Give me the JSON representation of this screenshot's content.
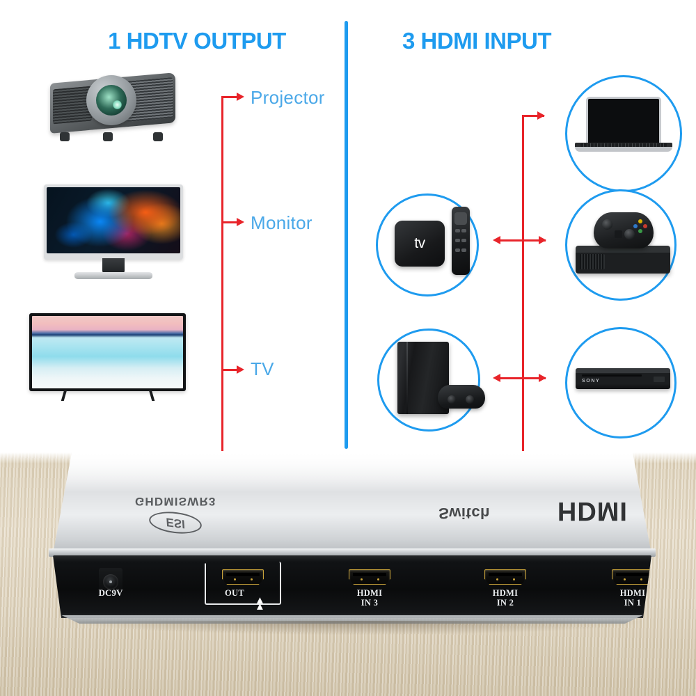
{
  "headers": {
    "output": "1 HDTV OUTPUT",
    "input": "3 HDMI INPUT"
  },
  "colors": {
    "accent_blue": "#1E9BEF",
    "label_blue": "#4AA8E8",
    "arrow_red": "#E8242A",
    "device_black": "#0A0B0C",
    "device_silver": "#DFE1E3",
    "table_wood": "#DED3BD"
  },
  "output_devices": [
    {
      "label": "Projector",
      "icon": "projector-icon"
    },
    {
      "label": "Monitor",
      "icon": "monitor-icon"
    },
    {
      "label": "TV",
      "icon": "tv-icon"
    }
  ],
  "input_devices": [
    {
      "name": "laptop",
      "icon": "laptop-icon"
    },
    {
      "name": "apple-tv",
      "icon": "apple-tv-icon",
      "logo_text": "tv"
    },
    {
      "name": "xbox-console",
      "icon": "xbox-icon"
    },
    {
      "name": "playstation-console",
      "icon": "playstation-icon"
    },
    {
      "name": "bluray-player",
      "icon": "bluray-player-icon",
      "brand": "SONY"
    }
  ],
  "switch_device": {
    "model_text": "GHDMISWR3",
    "brand_logo_text": "ESI",
    "product_name": "HDMI",
    "product_subname": "Switch",
    "ports": {
      "power": {
        "label": "DC9V",
        "name": "dc-power-jack"
      },
      "output": {
        "label": "OUT",
        "name": "hdmi-out-port",
        "indicator": "double-chevron-up-icon"
      },
      "inputs": [
        {
          "label": "HDMI\nIN 3",
          "name": "hdmi-in-3-port"
        },
        {
          "label": "HDMI\nIN 2",
          "name": "hdmi-in-2-port"
        },
        {
          "label": "HDMI\nIN 1",
          "name": "hdmi-in-1-port"
        }
      ]
    }
  }
}
